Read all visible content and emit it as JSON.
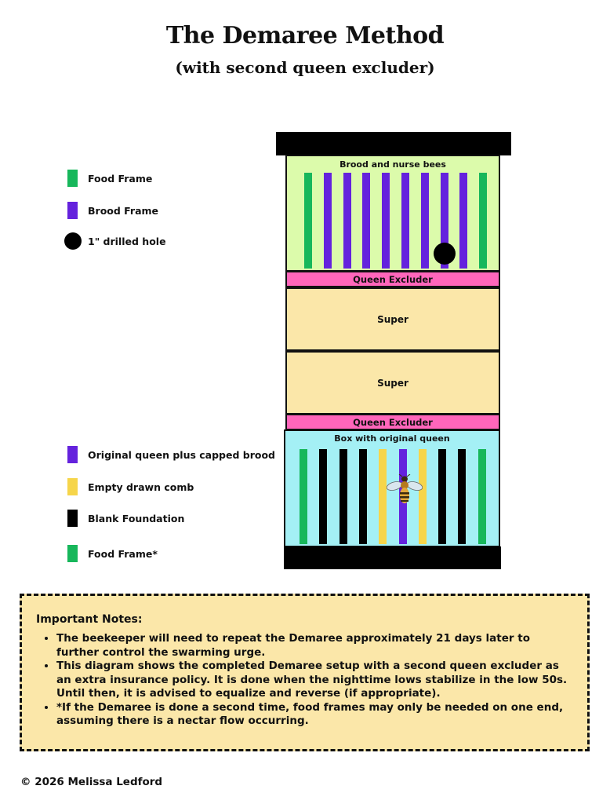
{
  "title": "The Demaree Method",
  "subtitle": "(with second queen excluder)",
  "legend_top": [
    {
      "label": "Food Frame",
      "color": "#17b75b",
      "shape": "swatch"
    },
    {
      "label": "Brood Frame",
      "color": "#6422dd",
      "shape": "swatch"
    },
    {
      "label": "1\" drilled hole",
      "color": "#000000",
      "shape": "dot"
    }
  ],
  "legend_bottom": [
    {
      "label": "Original queen plus capped brood",
      "color": "#6422dd",
      "shape": "swatch"
    },
    {
      "label": "Empty drawn comb",
      "color": "#f6d54a",
      "shape": "swatch"
    },
    {
      "label": "Blank Foundation",
      "color": "#000000",
      "shape": "swatch"
    },
    {
      "label": "Food Frame*",
      "color": "#17b75b",
      "shape": "swatch"
    }
  ],
  "hive": {
    "top_box": {
      "label": "Brood and nurse bees",
      "fill": "#dcfbab",
      "frames": [
        "food",
        "brood",
        "brood",
        "brood",
        "brood",
        "brood",
        "brood",
        "brood",
        "brood",
        "food"
      ],
      "drilled_hole": true
    },
    "excluder_top": "Queen Excluder",
    "supers": [
      "Super",
      "Super"
    ],
    "super_fill": "#fbe7a9",
    "excluder_bottom": "Queen Excluder",
    "bottom_box": {
      "label": "Box with original queen",
      "fill": "#a4f0f5",
      "frames": [
        "food",
        "blank",
        "blank",
        "blank",
        "comb",
        "queen",
        "comb",
        "blank",
        "blank",
        "food"
      ],
      "queen_icon": "bee-icon"
    },
    "excluder_fill": "#ff66bb"
  },
  "frame_colors": {
    "food": "#17b75b",
    "brood": "#6422dd",
    "queen": "#6422dd",
    "comb": "#f6d54a",
    "blank": "#000000"
  },
  "notes": {
    "title": "Important Notes:",
    "items": [
      "The beekeeper will need to repeat the Demaree approximately 21 days later to further control the swarming urge.",
      "This diagram shows the completed Demaree setup with a second queen excluder as an extra insurance policy. It is done when the nighttime lows stabilize in the low 50s. Until then, it is advised to equalize and reverse (if appropriate).",
      "*If the Demaree is done a second time, food frames may only be needed on one end, assuming there is a nectar flow occurring."
    ]
  },
  "copyright": "© 2026 Melissa Ledford"
}
